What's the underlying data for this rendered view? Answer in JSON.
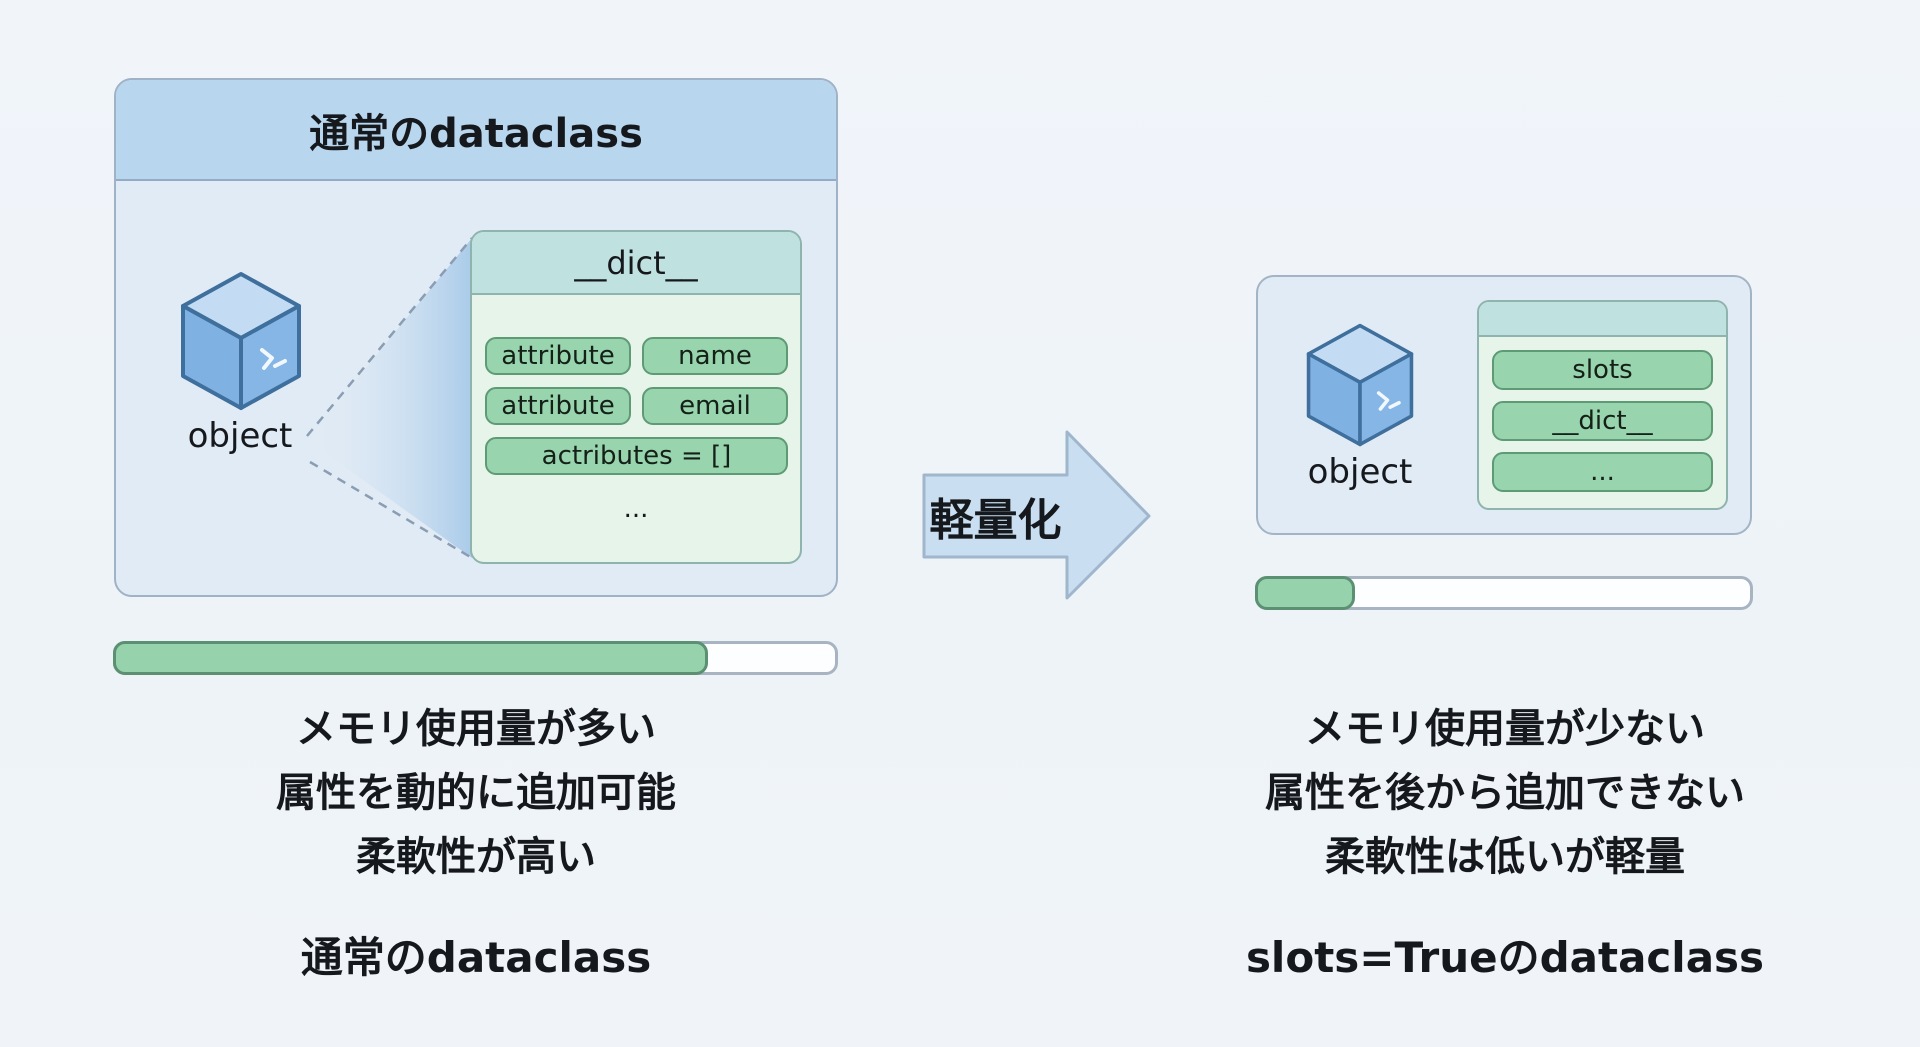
{
  "left": {
    "header_title": "通常のdataclass",
    "object_label": "object",
    "dict_panel": {
      "title": "__dict__",
      "chips": [
        {
          "label": "attribute"
        },
        {
          "label": "name"
        },
        {
          "label": "attribute"
        },
        {
          "label": "email"
        },
        {
          "label": "actributes = []"
        }
      ],
      "ellipsis": "..."
    },
    "memory_usage_fraction": 0.82,
    "description_lines": [
      "メモリ使用量が多い",
      "属性を動的に追加可能",
      "柔軟性が高い"
    ],
    "caption": "通常のdataclass"
  },
  "arrow": {
    "label": "軽量化"
  },
  "right": {
    "object_label": "object",
    "slots_panel": {
      "title": "",
      "chips": [
        {
          "label": "slots"
        },
        {
          "label": "__dict__"
        },
        {
          "label": "..."
        }
      ]
    },
    "memory_usage_fraction": 0.2,
    "description_lines": [
      "メモリ使用量が少ない",
      "属性を後から追加できない",
      "柔軟性は低いが軽量"
    ],
    "caption": "slots=Trueのdataclass"
  },
  "colors": {
    "background": "#eff4f9",
    "panel_fill": "#e1ebf5",
    "header_blue": "#b9d6ef",
    "chip_green": "#98d4ad",
    "chip_border": "#5e9a74",
    "cube_blue": "#7fb1e3",
    "arrow_fill": "#c9def0"
  }
}
